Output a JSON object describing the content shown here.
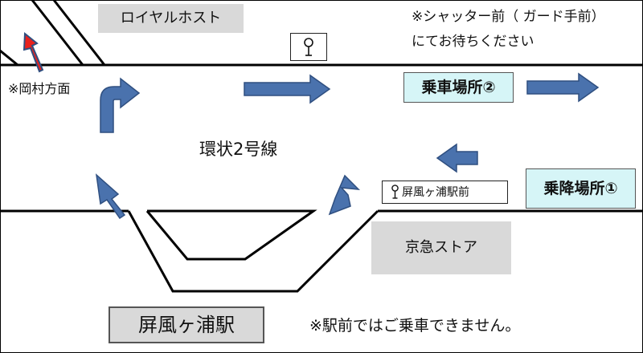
{
  "map": {
    "background": "#ffffff",
    "road_color": "#000000",
    "arrow_color": "#4a72ad",
    "arrow_outline": "#2f4f80",
    "highlight_arrow_color": "#e8211d",
    "labels": {
      "royal_host": "ロイヤルホスト",
      "shutter_note_line1": "※シャッター前（ ガード手前）",
      "shutter_note_line2": "にてお待ちください",
      "okamura_direction": "※岡村方面",
      "pickup_spot": "乗車場所②",
      "ring_road": "環状2号線",
      "bus_stop_name": "屏風ヶ浦駅前",
      "dropoff_spot": "乗降場所①",
      "keikyu_store": "京急ストア",
      "station_name": "屏風ヶ浦駅",
      "station_note": "※駅前ではご乗車できません。"
    },
    "icons": {
      "bus_stop_sign": "bus-stop-sign-icon"
    }
  }
}
